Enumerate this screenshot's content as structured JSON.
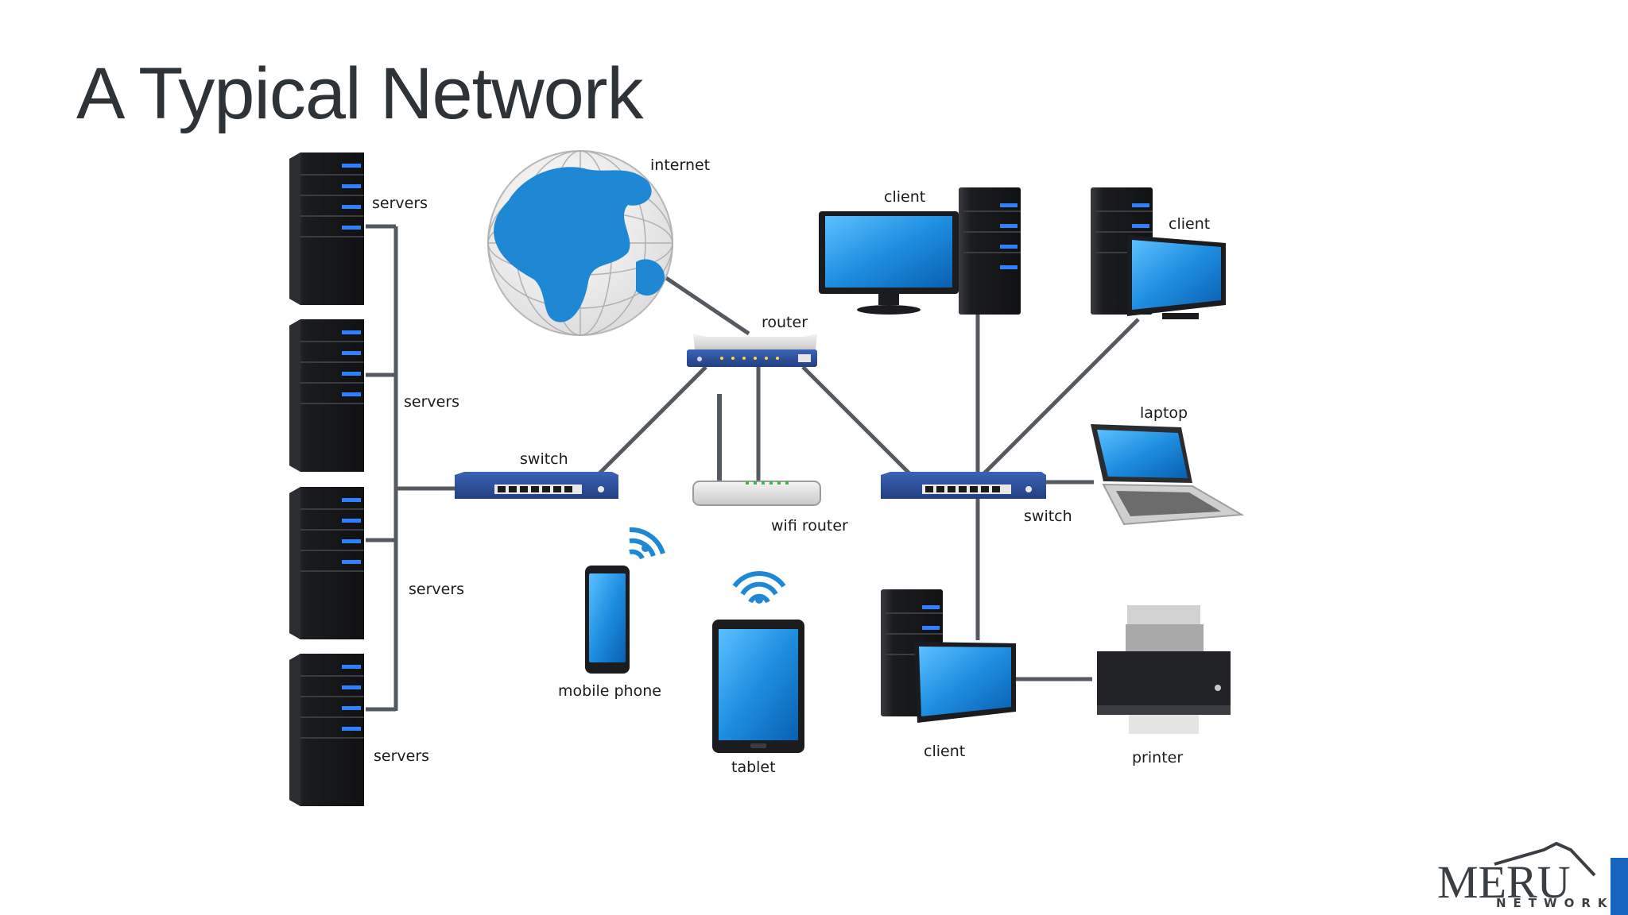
{
  "title": "A Typical Network",
  "labels": {
    "internet": "internet",
    "router": "router",
    "switch_left": "switch",
    "switch_right": "switch",
    "wifi_router": "wifi router",
    "mobile_phone": "mobile phone",
    "tablet": "tablet",
    "laptop": "laptop",
    "printer": "printer",
    "client_top_left": "client",
    "client_top_right": "client",
    "client_bottom": "client",
    "servers_1": "servers",
    "servers_2": "servers",
    "servers_3": "servers",
    "servers_4": "servers"
  },
  "logo": {
    "name": "MERU",
    "sub": "NETWORKS"
  },
  "colors": {
    "title": "#2e3338",
    "device_blue": "#1f88d4",
    "switch_blue": "#2b4f9a",
    "cable": "#555a60",
    "server_body": "#1b1c1f",
    "accent": "#1565c0"
  }
}
